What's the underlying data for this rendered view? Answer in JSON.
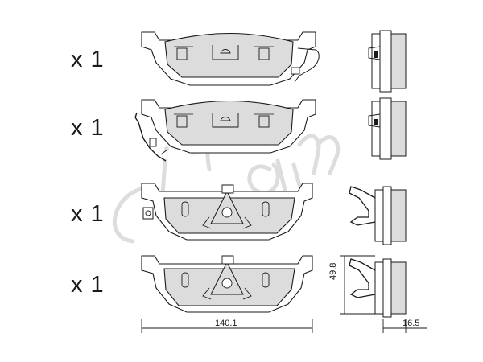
{
  "rows": [
    {
      "quantity": "x 1"
    },
    {
      "quantity": "x 1"
    },
    {
      "quantity": "x 1"
    },
    {
      "quantity": "x 1"
    }
  ],
  "dimensions": {
    "width": "140.1",
    "height": "49.8",
    "thickness": "16.5"
  },
  "watermark": {
    "text": "cifam",
    "color": "#d9d9d9"
  },
  "colors": {
    "pad_fill": "#dcdcdc",
    "plate_fill": "#ffffff",
    "line": "#1a1a1a"
  }
}
